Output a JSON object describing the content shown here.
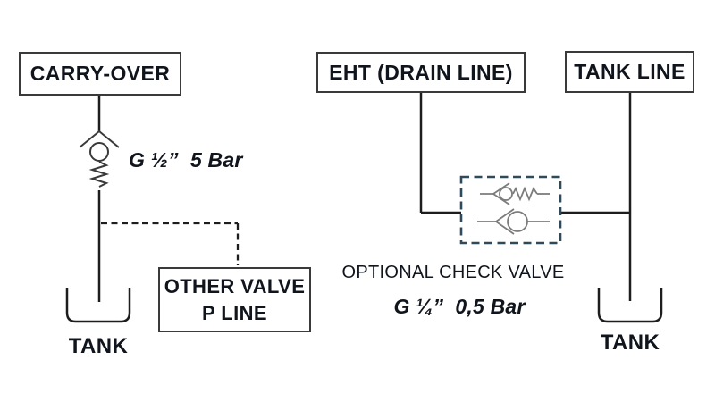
{
  "colors": {
    "line": "#1d1d1d",
    "box_border": "#3a3a3a",
    "text": "#10141c",
    "valve_gray": "#7c7c7c",
    "dashed_accent": "#2e4a5b",
    "background": "#ffffff"
  },
  "left_circuit": {
    "source_label": "CARRY-OVER",
    "valve_spec": "G ½”  5 Bar",
    "tank_label": "TANK",
    "branch_box_line1": "OTHER VALVE",
    "branch_box_line2": "P LINE"
  },
  "right_circuit": {
    "drain_label": "EHT (DRAIN LINE)",
    "tank_line_label": "TANK LINE",
    "valve_caption": "OPTIONAL CHECK VALVE",
    "valve_spec": "G ¼”  0,5 Bar",
    "tank_label": "TANK"
  }
}
